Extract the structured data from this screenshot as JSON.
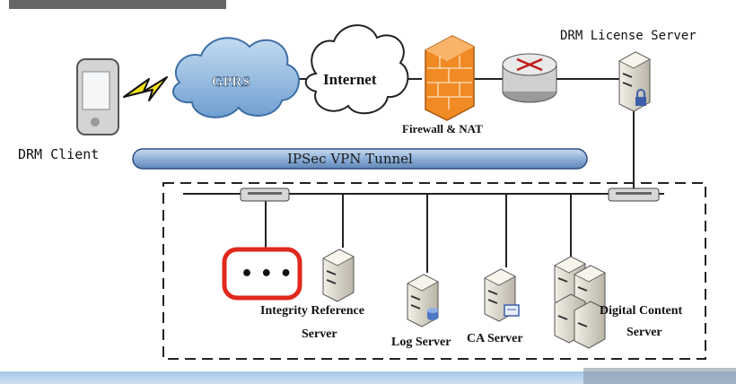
{
  "nodes": {
    "drm_client": {
      "label": "DRM Client",
      "icon": "pda-icon"
    },
    "gprs": {
      "label": "GPRS",
      "icon": "cloud-icon"
    },
    "internet": {
      "label": "Internet",
      "icon": "cloud-icon"
    },
    "firewall": {
      "label": "Firewall & NAT",
      "icon": "firewall-icon"
    },
    "router": {
      "icon": "router-icon"
    },
    "license_server": {
      "label": "DRM License Server",
      "icon": "server-icon"
    },
    "vpn_tunnel": {
      "label": "IPSec VPN Tunnel"
    },
    "integrity_server": {
      "label_line1": "Integrity Reference",
      "label_line2": "Server",
      "icon": "server-icon"
    },
    "log_server": {
      "label": "Log Server",
      "icon": "server-icon"
    },
    "ca_server": {
      "label": "CA Server",
      "icon": "server-icon"
    },
    "content_server": {
      "label_line1": "Digital Content",
      "label_line2": "Server",
      "icon": "server-cluster-icon"
    },
    "highlight": {
      "label": "• • •",
      "color": "#e0281c"
    }
  },
  "colors": {
    "cloud_blue": "#8fb6dc",
    "tunnel_blue": "#9db9db",
    "firewall_orange": "#f08a24",
    "lightning_yellow": "#f4e21a"
  }
}
